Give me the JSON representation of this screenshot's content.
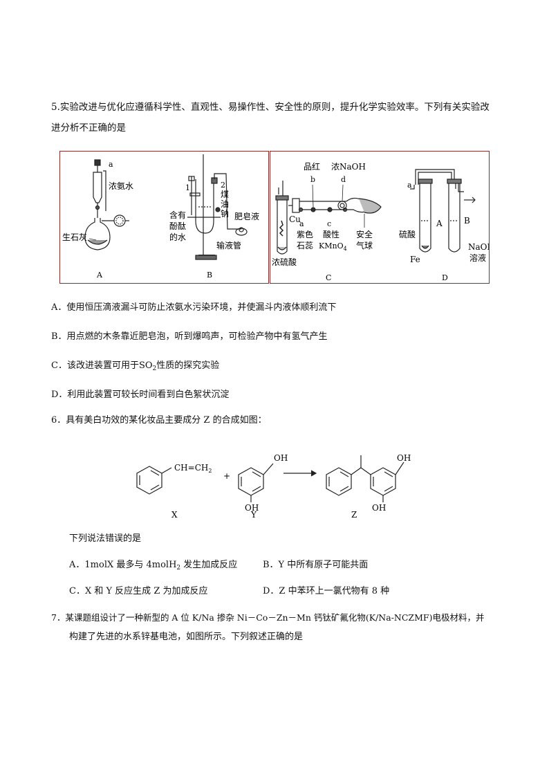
{
  "q5": {
    "stem_line1": "5.实验改进与优化应遵循科学性、直观性、易操作性、安全性的原则，提升化学实验效率。下列有关实验改",
    "stem_line2": "进分析不正确的是",
    "figure": {
      "A": {
        "caption": "A",
        "labels": [
          "a",
          "浓氨水",
          "生石灰"
        ]
      },
      "B": {
        "caption": "B",
        "labels": [
          "1",
          "2",
          "煤",
          "油",
          "钠",
          "含有",
          "酚酞",
          "的水",
          "肥皂液",
          "输液管"
        ]
      },
      "C": {
        "caption": "C",
        "labels": [
          "品红",
          "浓NaOH",
          "b",
          "d",
          "Cu",
          "a",
          "c",
          "紫色",
          "石蕊",
          "酸性",
          "KMnO4",
          "安全",
          "气球",
          "浓硫酸"
        ]
      },
      "D": {
        "caption": "D",
        "labels": [
          "a",
          "A",
          "B",
          "硫酸",
          "Fe",
          "NaOH",
          "溶液"
        ]
      }
    },
    "options": {
      "A": "A．使用恒压滴液漏斗可防止浓氨水污染环境，并使漏斗内液体顺利流下",
      "B": "B．用点燃的木条靠近肥皂泡，听到爆鸣声，可检验产物中有氢气产生",
      "C_pre": "C．该改进装置可用于SO",
      "C_sub": "2",
      "C_post": "性质的探究实验",
      "D": "D．利用此装置可较长时间看到白色絮状沉淀"
    }
  },
  "q6": {
    "stem": "6．具有美白功效的某化妆品主要成分 Z 的合成如图：",
    "scheme": {
      "x_group": "CH=CH",
      "x_sub": "2",
      "plus": "+",
      "oh": "OH",
      "label_x": "X",
      "label_y": "Y",
      "label_z": "Z"
    },
    "prompt": "下列说法错误的是",
    "options": {
      "A_pre": "A．1molX 最多与 4molH",
      "A_sub": "2",
      "A_post": " 发生加成反应",
      "B": "B．Y 中所有原子可能共面",
      "C": "C．X 和 Y 反应生成 Z 为加成反应",
      "D": "D．Z 中苯环上一氯代物有 8 种"
    }
  },
  "q7": {
    "stem_line1": "7．某课题组设计了一种新型的 A 位 K/Na 掺杂 Ni－Co－Zn－Mn 钙钛矿氟化物(K/Na-NCZMF)电极材料，并",
    "stem_line2": "构建了先进的水系锌基电池，如图所示。下列叙述正确的是"
  }
}
